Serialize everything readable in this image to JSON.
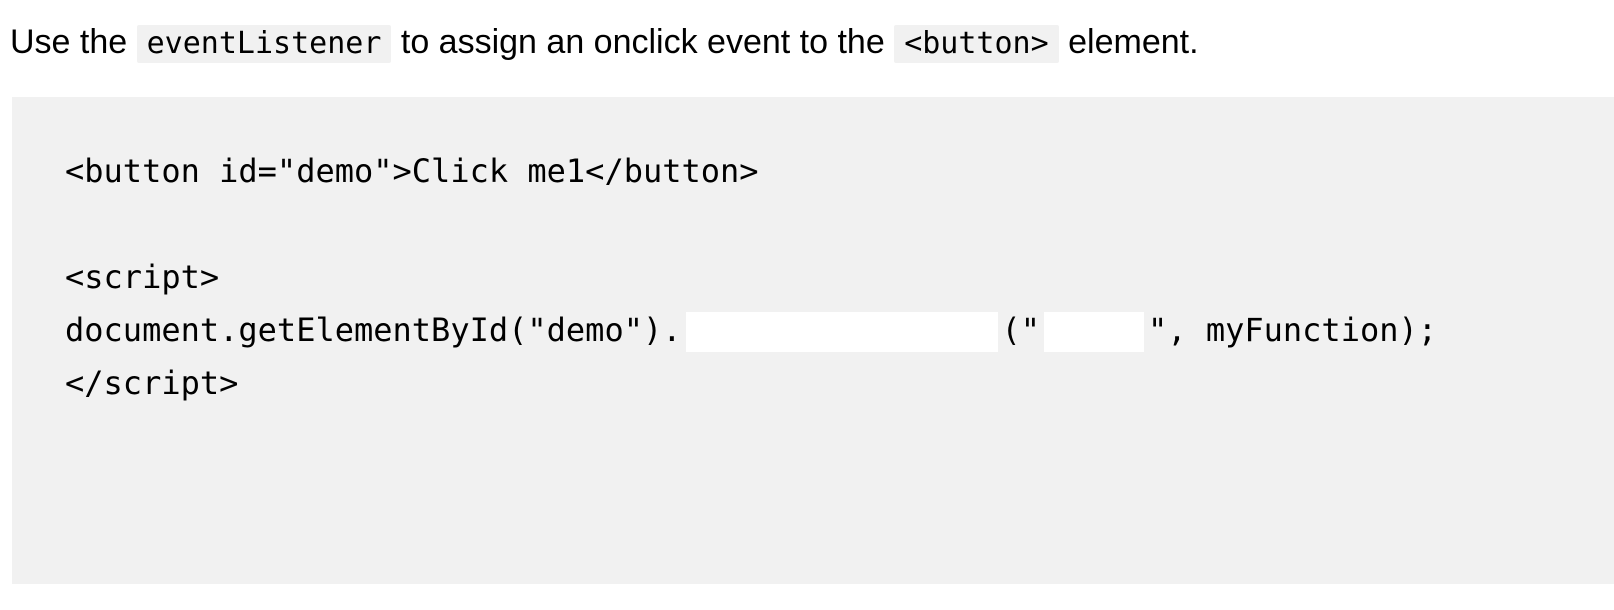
{
  "colors": {
    "page_background": "#ffffff",
    "code_box_background": "#f1f1f1",
    "badge_background": "#f1f1f1",
    "text": "#000000",
    "input_background": "#ffffff"
  },
  "instruction": {
    "part1": "Use the ",
    "code1": "eventListener",
    "part2": " to assign an onclick event to the ",
    "code2": "<button>",
    "part3": " element."
  },
  "code": {
    "line1": "<button id=\"demo\">Click me1</button>",
    "line2": "<script>",
    "line3_prefix": "document.getElementById(\"demo\").",
    "line3_mid": "(\"",
    "line3_suffix": "\", myFunction);",
    "line4": "</script>",
    "input1_value": "",
    "input2_value": ""
  }
}
